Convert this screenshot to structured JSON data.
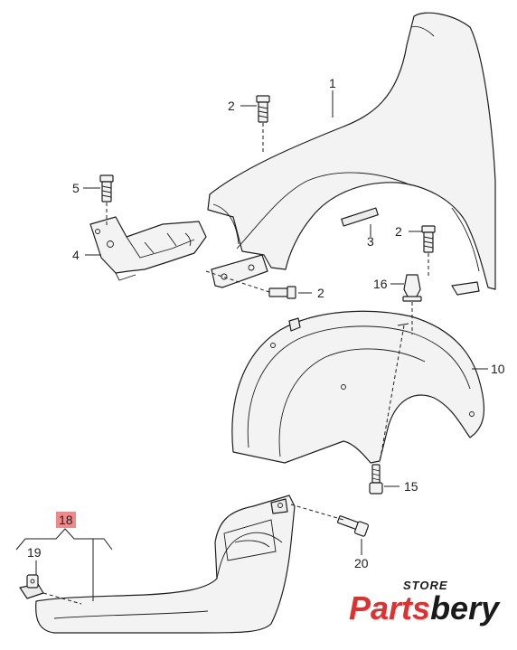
{
  "callouts": {
    "c1": "1",
    "c2a": "2",
    "c2b": "2",
    "c2c": "2",
    "c3": "3",
    "c4": "4",
    "c5": "5",
    "c10": "10",
    "c15": "15",
    "c16": "16",
    "c18": "18",
    "c19": "19",
    "c20": "20"
  },
  "logo": {
    "store": "STORE",
    "brand_red": "Parts",
    "brand_dark": "bery"
  },
  "colors": {
    "highlight": "#f08a8a",
    "logo_red": "#e03030",
    "line": "#1e1e1e"
  }
}
